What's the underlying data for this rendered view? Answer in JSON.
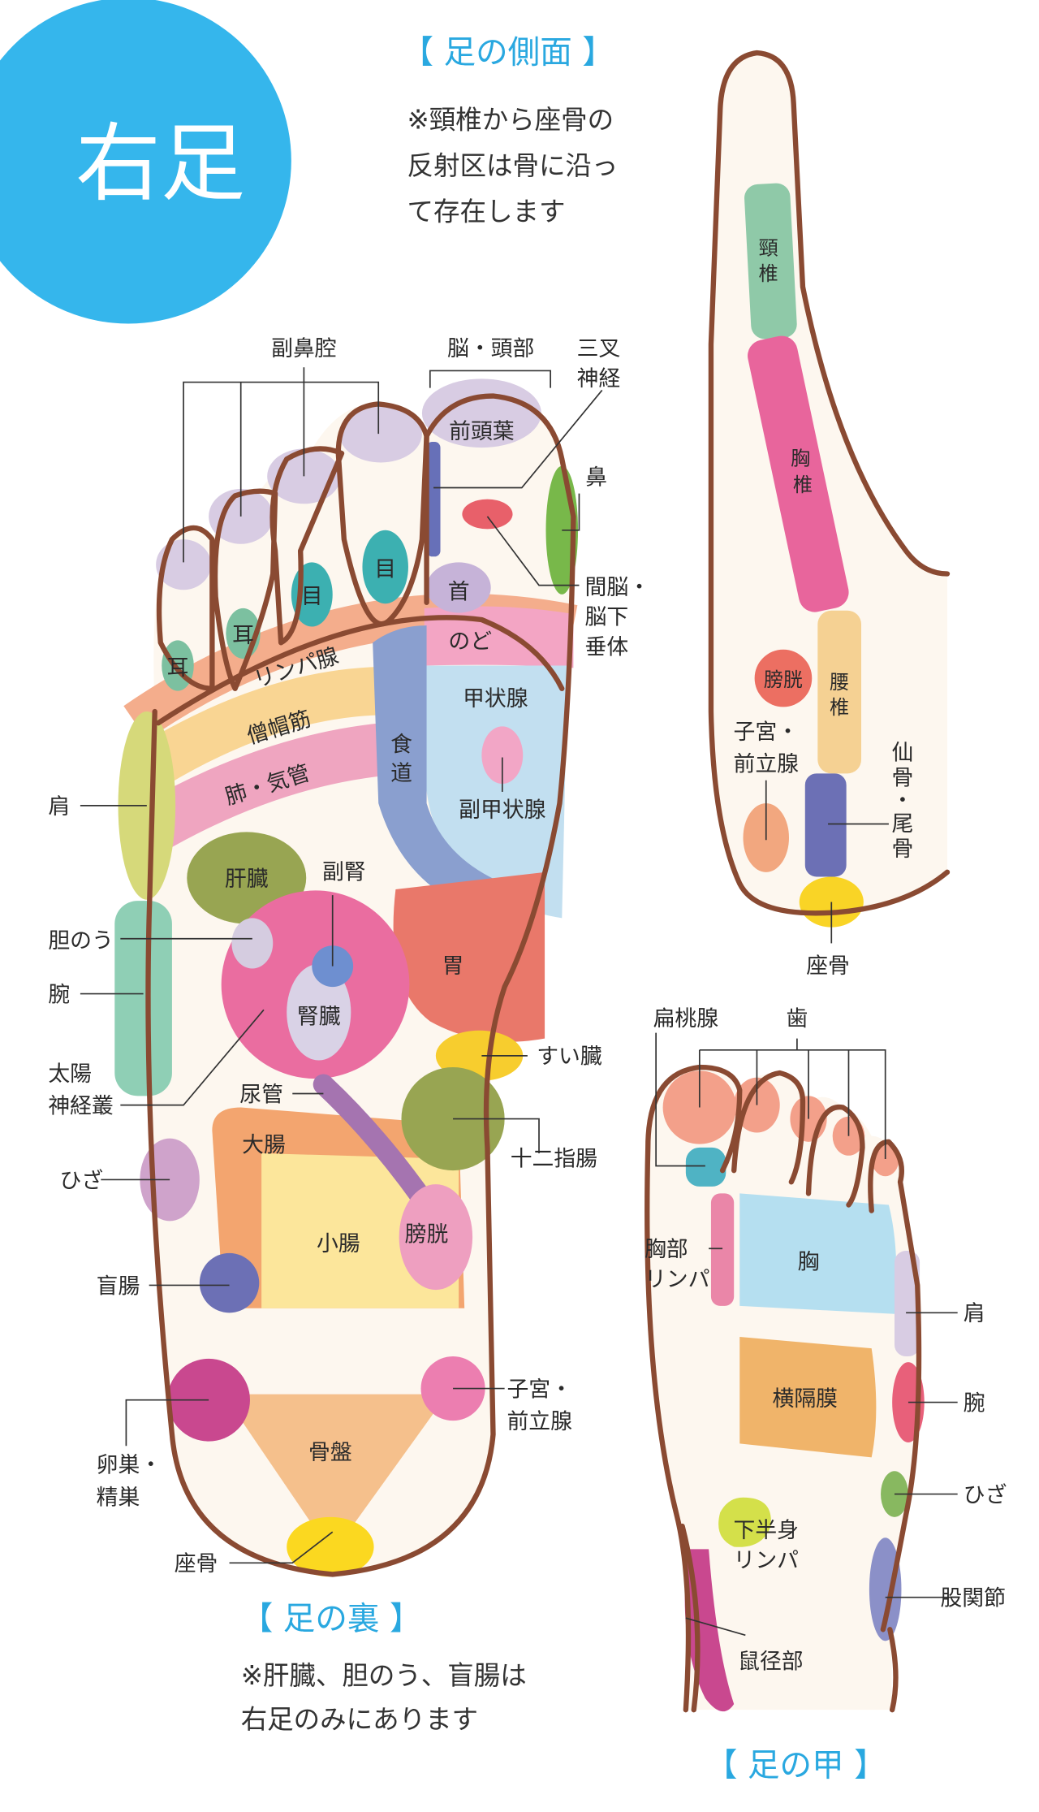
{
  "title": "右足",
  "side": {
    "heading": "【 足の側面 】",
    "note": [
      "※頸椎から座骨の",
      "反射区は骨に沿っ",
      "て存在します"
    ],
    "labels": {
      "cervical_1": "頸",
      "cervical_2": "椎",
      "thoracic_1": "胸",
      "thoracic_2": "椎",
      "lumbar_1": "腰",
      "lumbar_2": "椎",
      "bladder": "膀胱",
      "uterus_1": "子宮・",
      "uterus_2": "前立腺",
      "sacrum_1": "仙",
      "sacrum_2": "骨",
      "sacrum_3": "・",
      "sacrum_4": "尾",
      "sacrum_5": "骨",
      "sciatic": "座骨"
    }
  },
  "sole": {
    "heading": "【 足の裏 】",
    "note": [
      "※肝臓、胆のう、盲腸は",
      "右足のみにあります"
    ],
    "labels": {
      "sinus": "副鼻腔",
      "brain": "脳・頭部",
      "trigeminal_1": "三叉",
      "trigeminal_2": "神経",
      "frontal": "前頭葉",
      "nose": "鼻",
      "pituitary_1": "間脳・",
      "pituitary_2": "脳下",
      "pituitary_3": "垂体",
      "eye": "目",
      "ear": "耳",
      "neck": "首",
      "throat": "のど",
      "lymph": "リンパ腺",
      "trapezius": "僧帽筋",
      "lung": "肺・気管",
      "esophagus_1": "食",
      "esophagus_2": "道",
      "thyroid": "甲状腺",
      "parathyroid": "副甲状腺",
      "shoulder": "肩",
      "liver": "肝臓",
      "adrenal": "副腎",
      "gallbladder": "胆のう",
      "arm": "腕",
      "kidney": "腎臓",
      "stomach": "胃",
      "pancreas": "すい臓",
      "solar_1": "太陽",
      "solar_2": "神経叢",
      "ureter": "尿管",
      "duodenum": "十二指腸",
      "large_intestine": "大腸",
      "knee": "ひざ",
      "small_intestine": "小腸",
      "bladder": "膀胱",
      "cecum": "盲腸",
      "uterus_1": "子宮・",
      "uterus_2": "前立腺",
      "ovary_1": "卵巣・",
      "ovary_2": "精巣",
      "pelvis": "骨盤",
      "sciatic": "座骨"
    }
  },
  "top": {
    "heading": "【 足の甲 】",
    "labels": {
      "tonsil": "扁桃腺",
      "teeth": "歯",
      "chest_lymph_1": "胸部",
      "chest_lymph_2": "リンパ",
      "chest": "胸",
      "shoulder": "肩",
      "diaphragm": "横隔膜",
      "arm": "腕",
      "knee": "ひざ",
      "lower_lymph_1": "下半身",
      "lower_lymph_2": "リンパ",
      "hip": "股関節",
      "groin": "鼠径部"
    }
  },
  "colors": {
    "accent": "#29a8e0",
    "outline": "#8a4a32"
  }
}
